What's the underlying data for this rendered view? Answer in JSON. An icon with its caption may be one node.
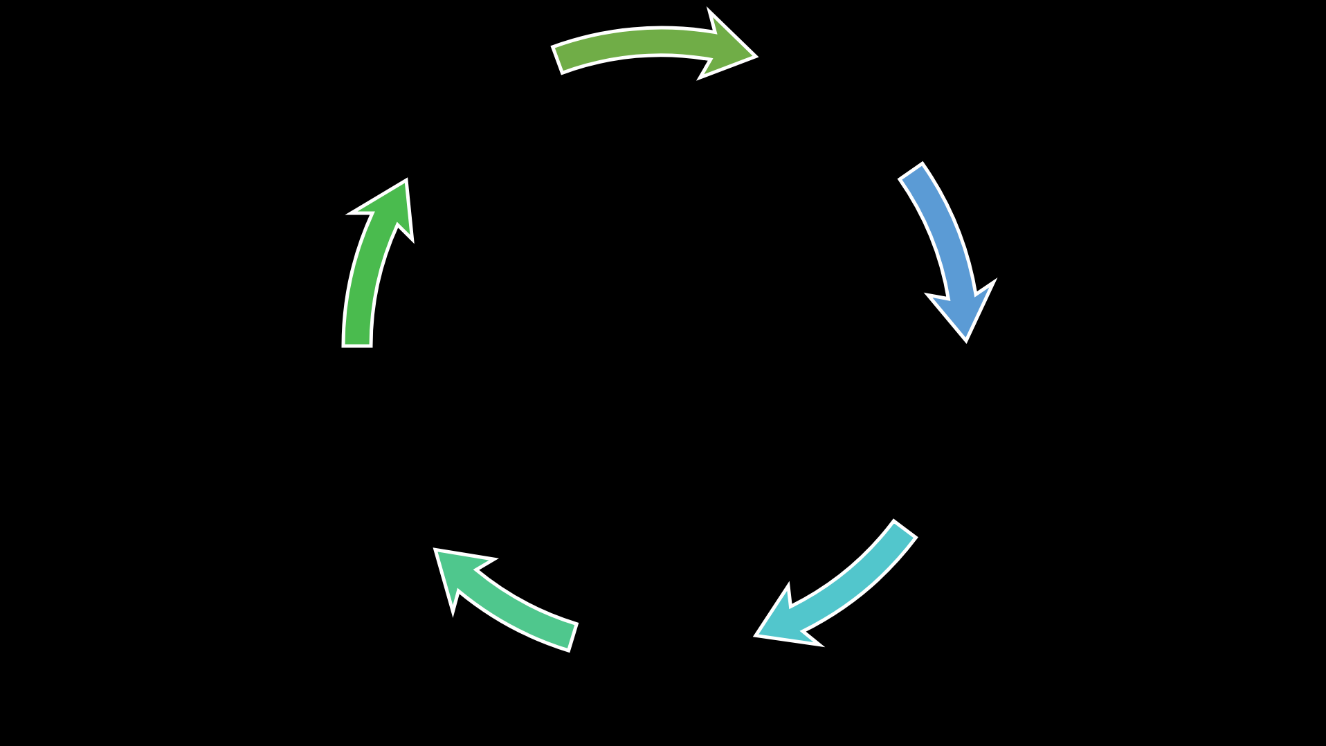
{
  "diagram": {
    "nodes": [
      {
        "text": [],
        "shape": "arrow"
      },
      {
        "text": [],
        "shape": "arrow"
      },
      {
        "text": [],
        "shape": "arrow"
      },
      {
        "text": [],
        "shape": "arrow"
      },
      {
        "text": [],
        "shape": "arrow"
      }
    ]
  }
}
